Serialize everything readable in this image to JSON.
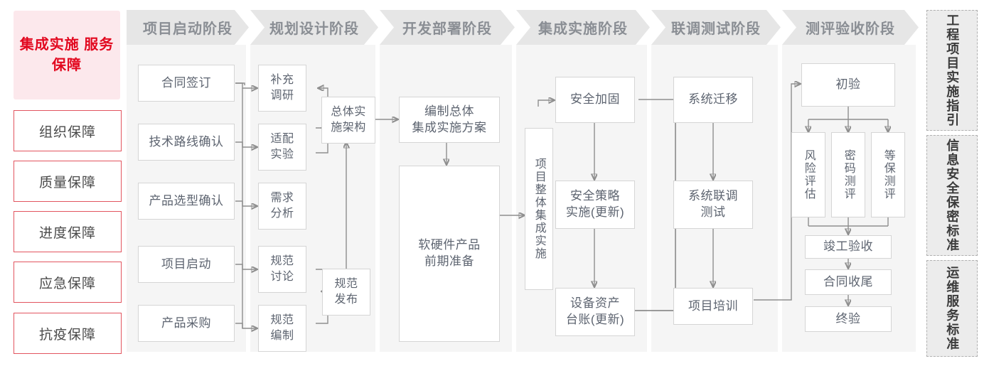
{
  "pillars": {
    "title": "集成实施\n服务保障",
    "title_color": "#e2081f",
    "title_bg": "#fce8ec",
    "items": [
      {
        "label": "组织保障"
      },
      {
        "label": "质量保障"
      },
      {
        "label": "进度保障"
      },
      {
        "label": "应急保障"
      },
      {
        "label": "抗疫保障"
      }
    ]
  },
  "phases": [
    {
      "header": "项目启动阶段",
      "nodes": [
        {
          "label": "合同签订"
        },
        {
          "label": "技术路线确认"
        },
        {
          "label": "产品选型确认"
        },
        {
          "label": "项目启动"
        },
        {
          "label": "产品采购"
        }
      ]
    },
    {
      "header": "规划设计阶段",
      "nodes": [
        {
          "label": "补充\n调研"
        },
        {
          "label": "适配\n实验"
        },
        {
          "label": "需求\n分析"
        },
        {
          "label": "规范\n讨论"
        },
        {
          "label": "规范\n编制"
        },
        {
          "label": "总体实\n施架构"
        },
        {
          "label": "规范\n发布"
        }
      ]
    },
    {
      "header": "开发部署阶段",
      "nodes": [
        {
          "label": "编制总体\n集成实施方案"
        },
        {
          "label": "软硬件产品\n前期准备"
        }
      ]
    },
    {
      "header": "集成实施阶段",
      "nodes": [
        {
          "label": "项目整体集成实施"
        },
        {
          "label": "安全加固"
        },
        {
          "label": "安全策略\n实施(更新)"
        },
        {
          "label": "设备资产\n台账(更新)"
        }
      ]
    },
    {
      "header": "联调测试阶段",
      "nodes": [
        {
          "label": "系统迁移"
        },
        {
          "label": "系统联调\n测试"
        },
        {
          "label": "项目培训"
        }
      ]
    },
    {
      "header": "测评验收阶段",
      "nodes": [
        {
          "label": "初验"
        },
        {
          "label": "风险评估"
        },
        {
          "label": "密码测评"
        },
        {
          "label": "等保测评"
        },
        {
          "label": "竣工验收"
        },
        {
          "label": "合同收尾"
        },
        {
          "label": "终验"
        }
      ]
    }
  ],
  "standards": [
    {
      "label": "工程项目实施指引"
    },
    {
      "label": "信息安全保密标准"
    },
    {
      "label": "运维服务标准"
    }
  ]
}
